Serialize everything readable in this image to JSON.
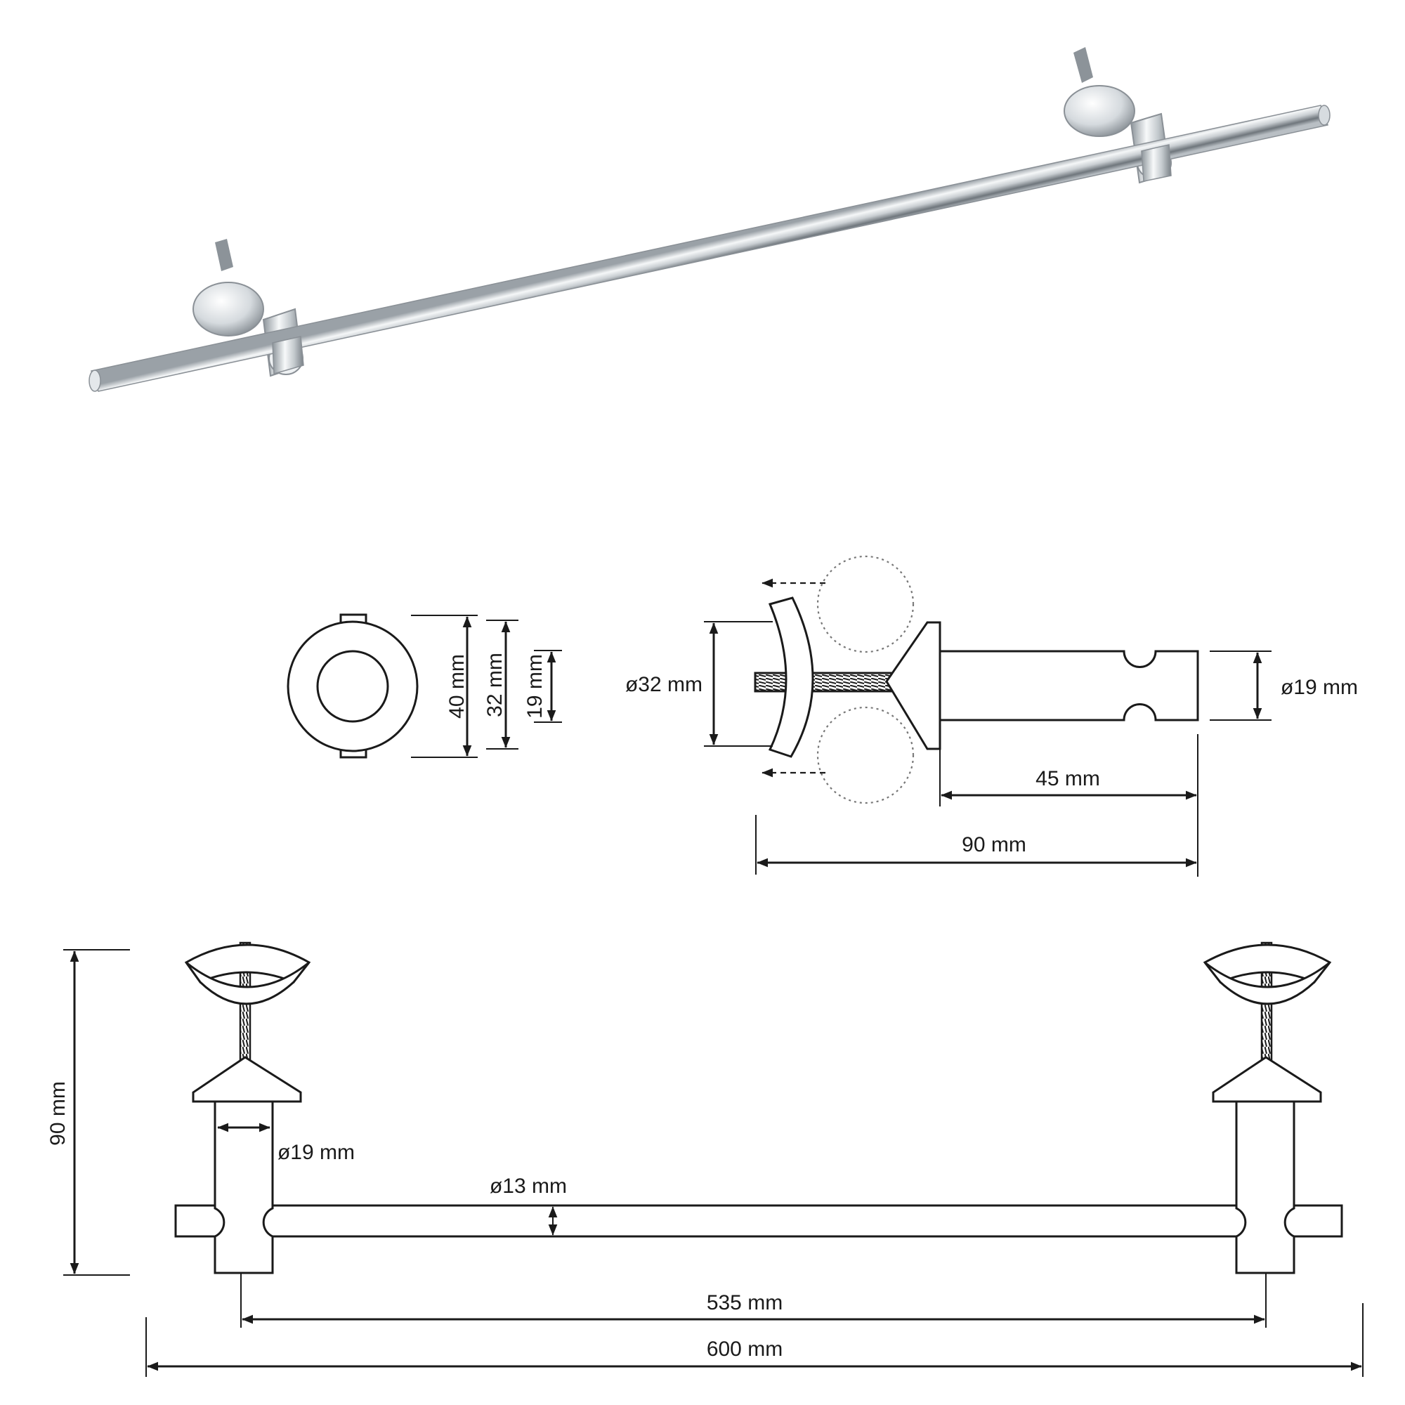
{
  "colors": {
    "line": "#1a1a1a",
    "chrome_dark": "#7f868c",
    "chrome_light": "#f4f6f7",
    "dotted": "#777777"
  },
  "end_view": {
    "outer_dim": "40 mm",
    "mid_dim": "32 mm",
    "inner_dim": "19 mm"
  },
  "side_view": {
    "clamp_diameter": "ø32 mm",
    "post_diameter": "ø19 mm",
    "post_length": "45 mm",
    "total_length": "90 mm"
  },
  "front_view": {
    "height": "90 mm",
    "post_diameter": "ø19 mm",
    "rail_diameter": "ø13 mm",
    "center_distance": "535 mm",
    "overall_length": "600 mm"
  }
}
